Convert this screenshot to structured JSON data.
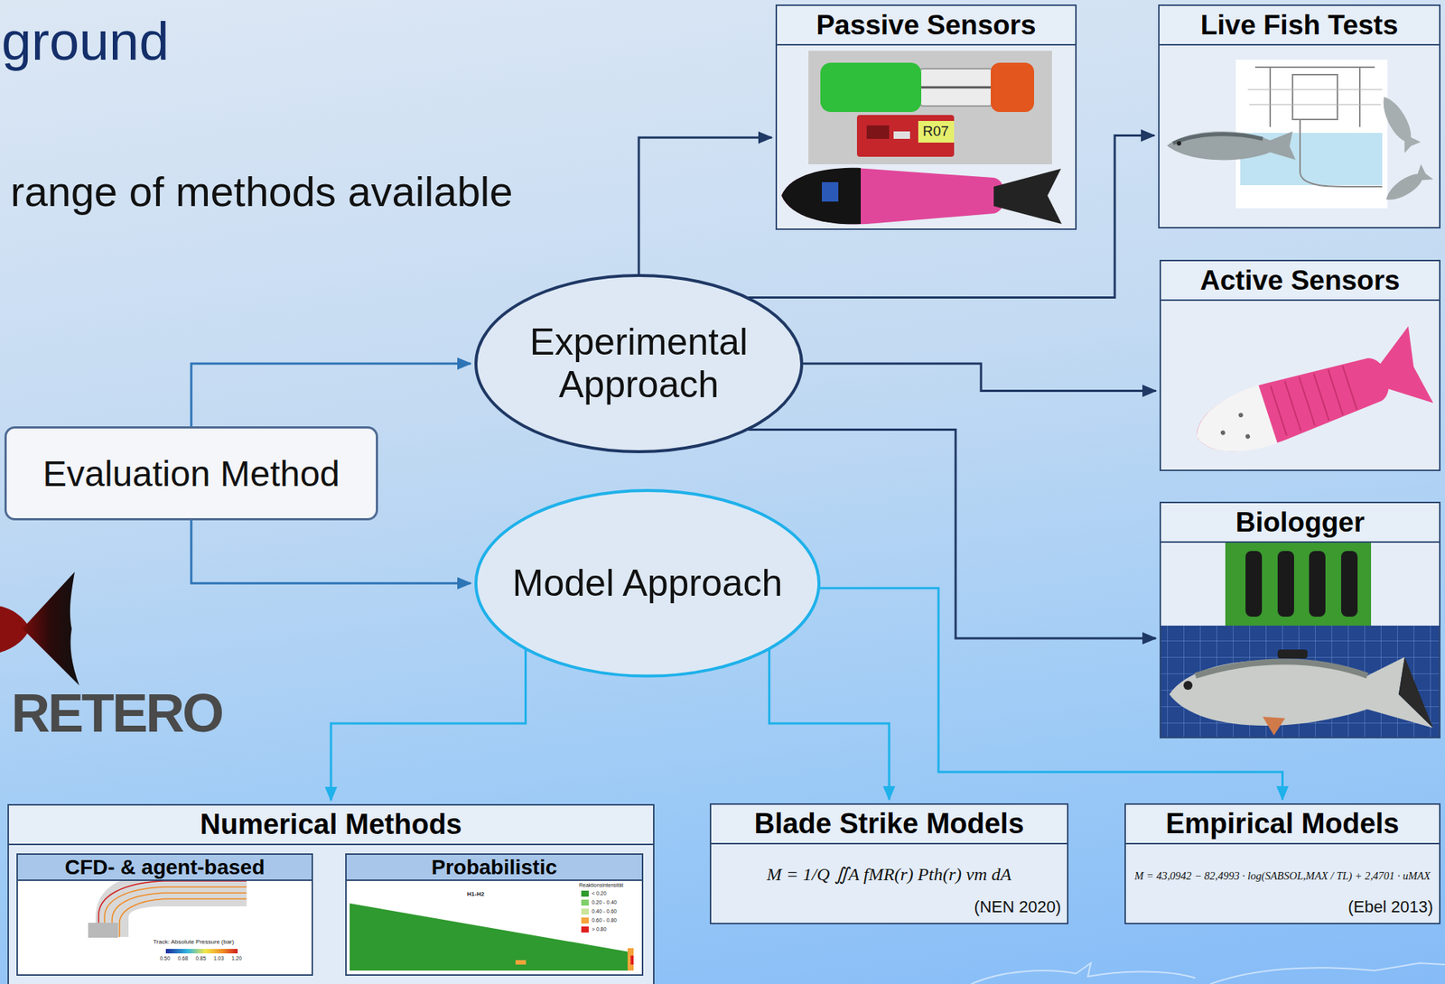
{
  "diagram": {
    "title": "ground",
    "nodes": [
      {
        "text": [
          "Evaluation Method"
        ]
      },
      {
        "text": [
          "Experimental Approach"
        ]
      },
      {
        "text": [
          "Model Approach"
        ]
      },
      {
        "text": [
          "Passive Sensors"
        ]
      },
      {
        "text": [
          "Live Fish Tests"
        ]
      },
      {
        "text": [
          "Active Sensors"
        ]
      },
      {
        "text": [
          "Biologger"
        ]
      },
      {
        "text": [
          "Numerical Methods"
        ]
      },
      {
        "text": [
          "CFD- & agent-based"
        ],
        "in": 7
      },
      {
        "text": [
          "Probabilistic"
        ],
        "in": 7
      },
      {
        "text": [
          "Blade Strike Models",
          "M = 1/Q ∬A fMR(r) Pth(r) vm dA",
          "(NEN 2020)"
        ]
      },
      {
        "text": [
          "Empirical Models",
          "M = 43,0942 − 82,4993 · log(SABSOL,MAX / TL) + 2,4701 · uMAX",
          "(Ebel 2013)"
        ]
      }
    ],
    "edges": [
      {
        "from": 0,
        "to": 1,
        "arrow": "to"
      },
      {
        "from": 0,
        "to": 2,
        "arrow": "to"
      },
      {
        "from": 1,
        "to": 3,
        "arrow": "to"
      },
      {
        "from": 1,
        "to": 4,
        "arrow": "to"
      },
      {
        "from": 1,
        "to": 5,
        "arrow": "to"
      },
      {
        "from": 1,
        "to": 6,
        "arrow": "to"
      },
      {
        "from": 2,
        "to": 7,
        "arrow": "to"
      },
      {
        "from": 2,
        "to": 10,
        "arrow": "to"
      },
      {
        "from": 2,
        "to": 11,
        "arrow": "to"
      }
    ],
    "labels": [
      "range of methods available",
      "RETERO",
      "R07",
      "Track: Absolute Pressure (bar)",
      "0.50",
      "0.68",
      "0.85",
      "1.03",
      "1.20",
      "H1-H2",
      "Reaktionsintensität"
    ],
    "legend": [
      {
        "text": "< 0.20",
        "color": "#2e9b2e"
      },
      {
        "text": "0.20 - 0.40",
        "color": "#7fcf6a"
      },
      {
        "text": "0.40 - 0.60",
        "color": "#c9e59a"
      },
      {
        "text": "0.60 - 0.80",
        "color": "#f4a43a"
      },
      {
        "text": "> 0.80",
        "color": "#e02020"
      }
    ]
  }
}
